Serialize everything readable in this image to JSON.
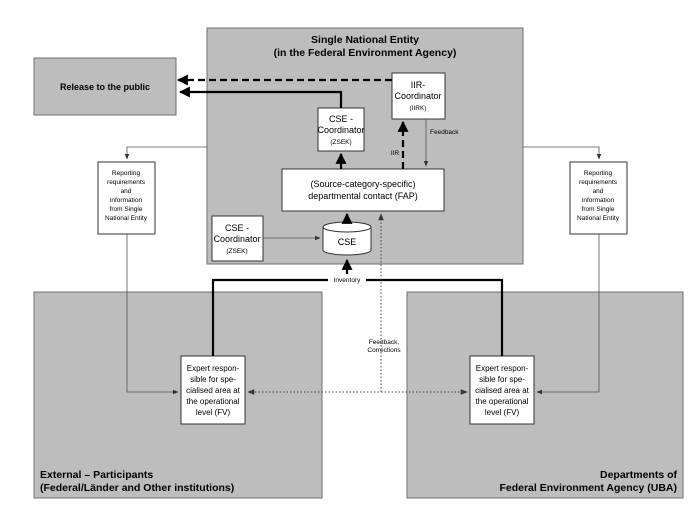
{
  "sne": {
    "title_line1": "Single National Entity",
    "title_line2": "(in the Federal Environment Agency)"
  },
  "release": {
    "label": "Release to the public"
  },
  "iir_coord": {
    "line1": "IIR-",
    "line2": "Coordinator",
    "line3": "(IIRK)"
  },
  "cse_coord_top": {
    "line1": "CSE -",
    "line2": "Coordinator",
    "line3": "(ZSEK)"
  },
  "cse_coord_left": {
    "line1": "CSE -",
    "line2": "Coordinator",
    "line3": "(ZSEK)"
  },
  "fap": {
    "line1": "(Source-category-specific)",
    "line2": "departmental contact (FAP)"
  },
  "cse_db": {
    "label": "CSE"
  },
  "labels": {
    "feedback": "Feedback",
    "iir": "IIR",
    "inventory": "Inventory",
    "feedback_corrections_1": "Feedback,",
    "feedback_corrections_2": "Corrections"
  },
  "reporting_left": [
    "Reporting",
    "requirements",
    "and",
    "information",
    "from Single",
    "National Entity"
  ],
  "reporting_right": [
    "Reporting",
    "requirements",
    "and",
    "information",
    "from Single",
    "National Entity"
  ],
  "fv_left": [
    "Expert respon-",
    "sible for spe-",
    "cialised area at",
    "the operational",
    "level (FV)"
  ],
  "fv_right": [
    "Expert respon-",
    "sible for spe-",
    "cialised area at",
    "the operational",
    "level (FV)"
  ],
  "external": {
    "line1": "External – Participants",
    "line2": "(Federal/Länder and Other institutions)"
  },
  "departments": {
    "line1": "Departments of",
    "line2": "Federal Environment Agency (UBA)"
  }
}
